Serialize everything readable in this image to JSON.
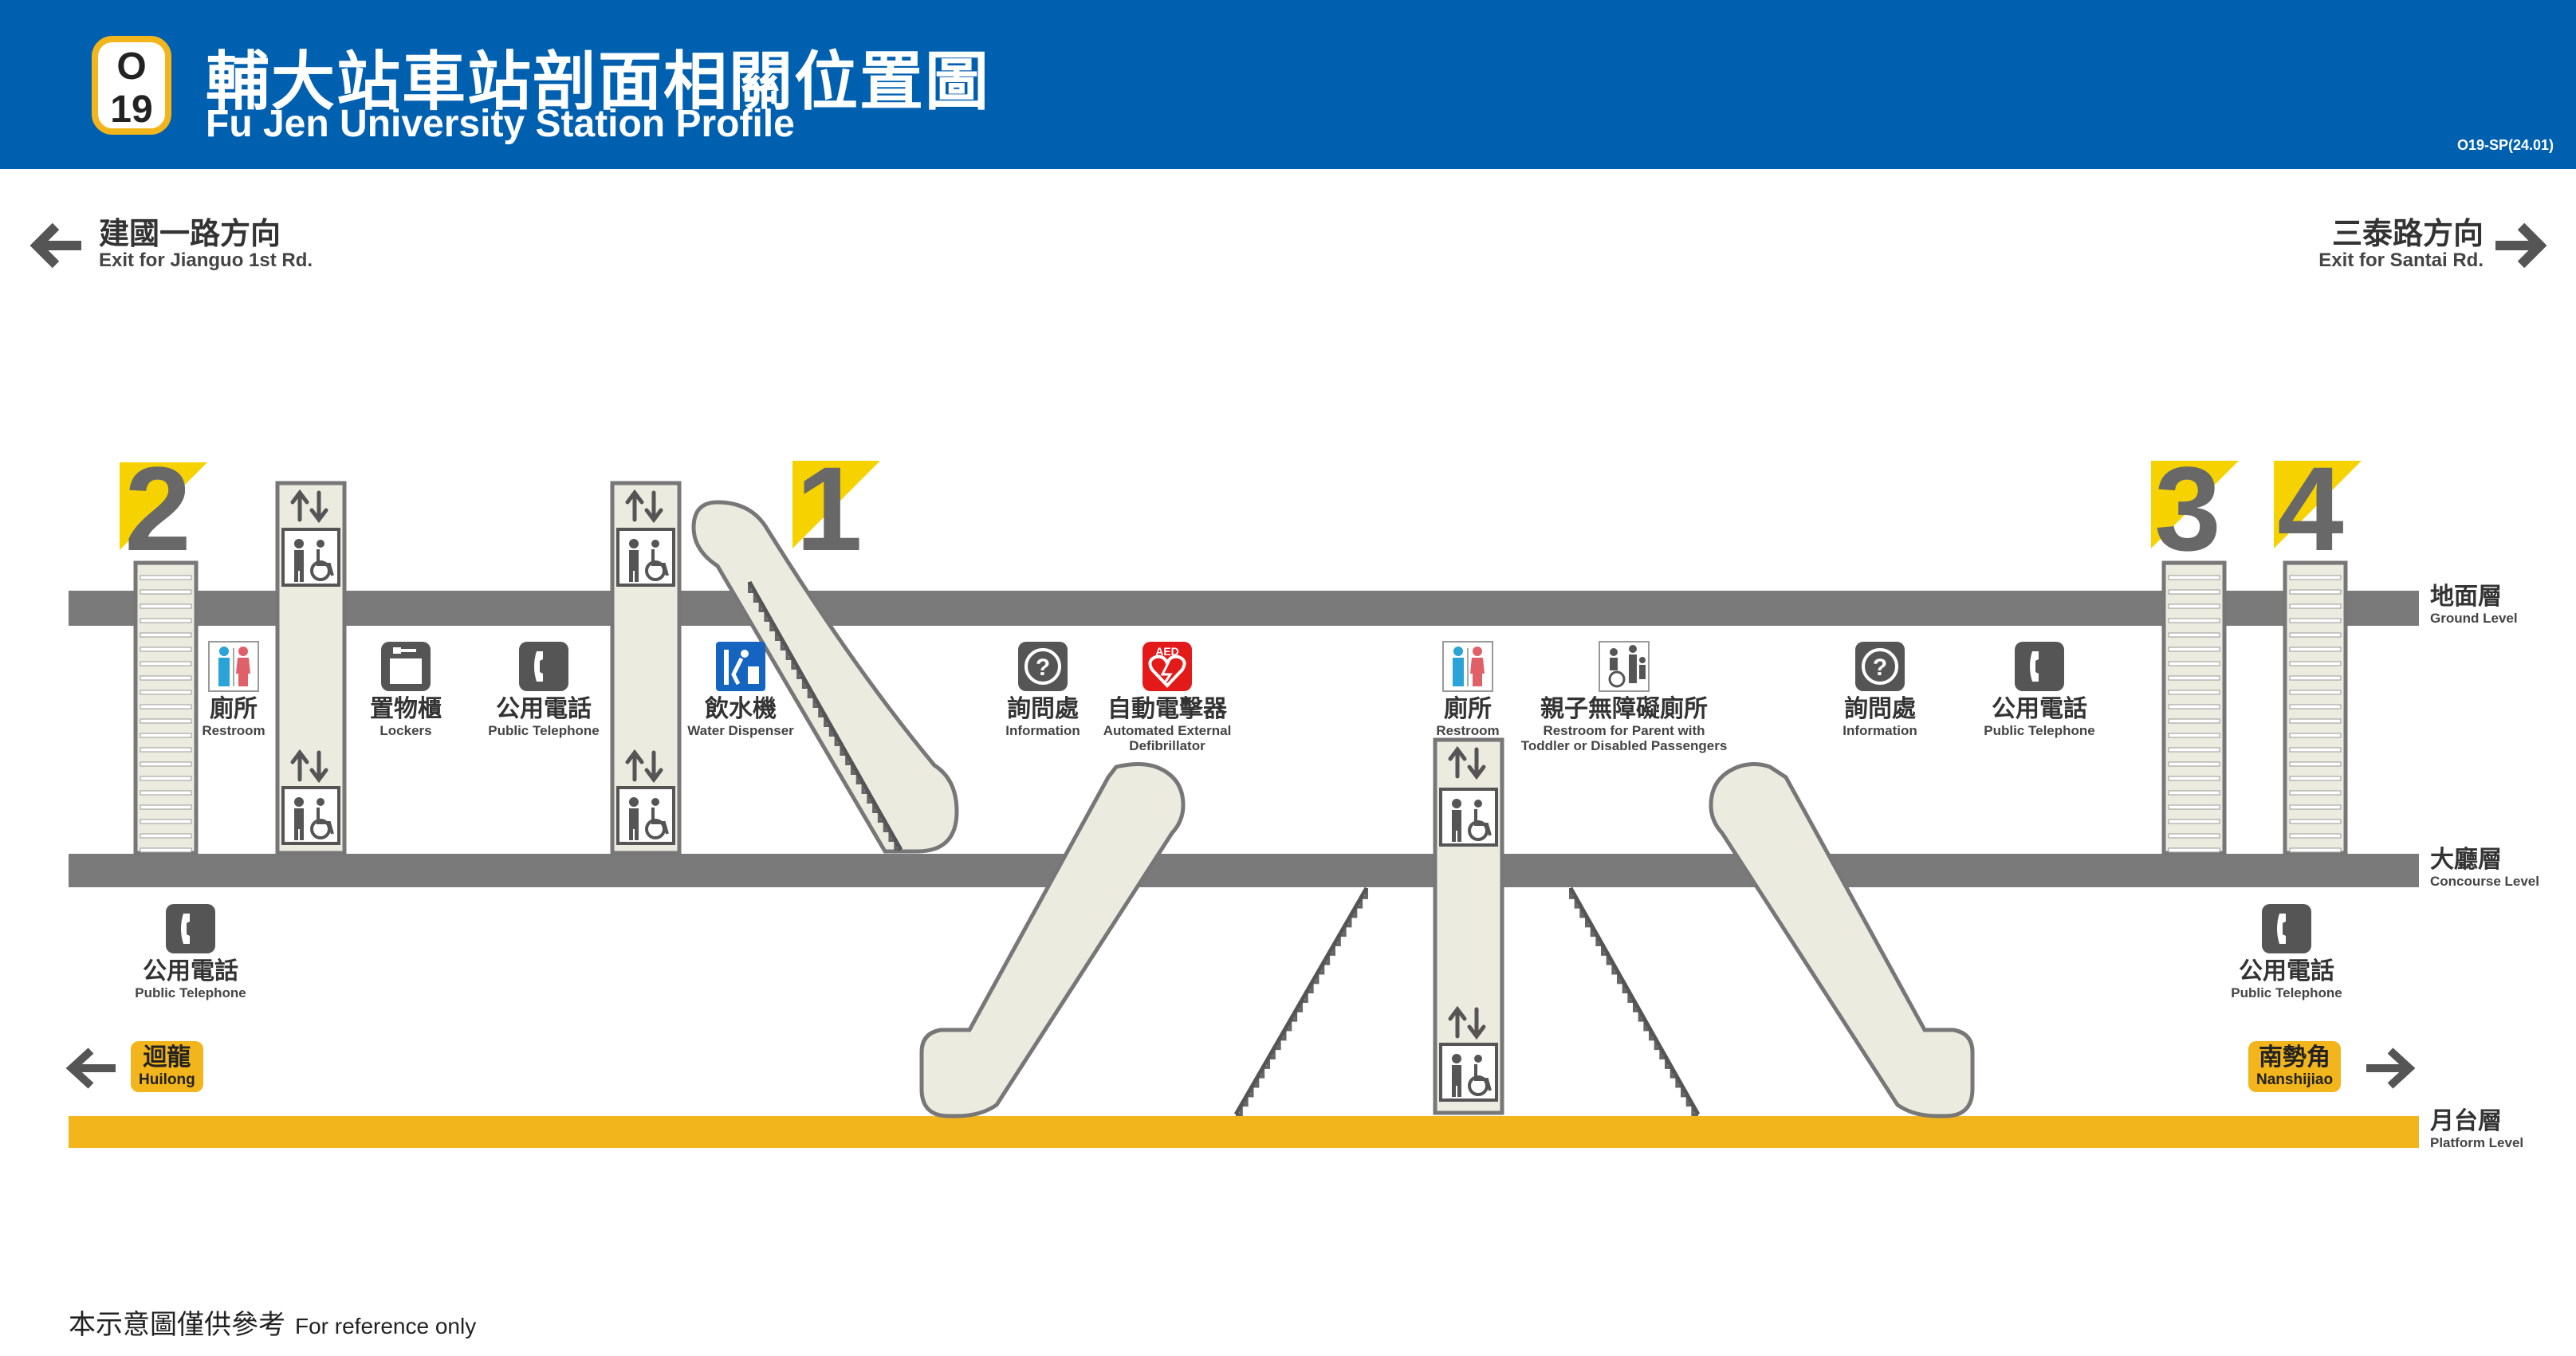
{
  "header": {
    "station_code_line": "O",
    "station_code_num": "19",
    "title_zh": "輔大站車站剖面相關位置圖",
    "title_en": "Fu Jen University Station Profile",
    "doc_code": "O19-SP(24.01)"
  },
  "directions": {
    "left": {
      "zh": "建國一路方向",
      "en": "Exit for Jianguo 1st Rd."
    },
    "right": {
      "zh": "三泰路方向",
      "en": "Exit for Santai Rd."
    }
  },
  "exits": [
    "2",
    "1",
    "3",
    "4"
  ],
  "levels": {
    "ground": {
      "zh": "地面層",
      "en": "Ground Level"
    },
    "concourse": {
      "zh": "大廳層",
      "en": "Concourse Level"
    },
    "platform": {
      "zh": "月台層",
      "en": "Platform Level"
    }
  },
  "facilities": {
    "restroom_1": {
      "zh": "廁所",
      "en": "Restroom"
    },
    "lockers": {
      "zh": "置物櫃",
      "en": "Lockers"
    },
    "telephone_1": {
      "zh": "公用電話",
      "en": "Public Telephone"
    },
    "water": {
      "zh": "飲水機",
      "en": "Water Dispenser"
    },
    "info_1": {
      "zh": "詢問處",
      "en": "Information"
    },
    "aed": {
      "zh": "自動電擊器",
      "en_1": "Automated External",
      "en_2": "Defibrillator",
      "icon_text": "AED"
    },
    "restroom_2": {
      "zh": "廁所",
      "en": "Restroom"
    },
    "family_restroom": {
      "zh": "親子無障礙廁所",
      "en_1": "Restroom for Parent with",
      "en_2": "Toddler or Disabled Passengers"
    },
    "info_2": {
      "zh": "詢問處",
      "en": "Information"
    },
    "telephone_2": {
      "zh": "公用電話",
      "en": "Public Telephone"
    },
    "telephone_3": {
      "zh": "公用電話",
      "en": "Public Telephone"
    },
    "telephone_4": {
      "zh": "公用電話",
      "en": "Public Telephone"
    }
  },
  "destinations": {
    "left": {
      "zh": "迴龍",
      "en": "Huilong"
    },
    "right": {
      "zh": "南勢角",
      "en": "Nanshijiao"
    }
  },
  "footer": {
    "zh": "本示意圖僅供參考",
    "en": "For reference only"
  },
  "colors": {
    "header_blue": "#0060b0",
    "line_yellow": "#f2b51c",
    "floor_gray": "#7a7a7a",
    "structure_beige": "#ecebe0",
    "aed_red": "#e21a1a",
    "water_blue": "#1565c0"
  }
}
